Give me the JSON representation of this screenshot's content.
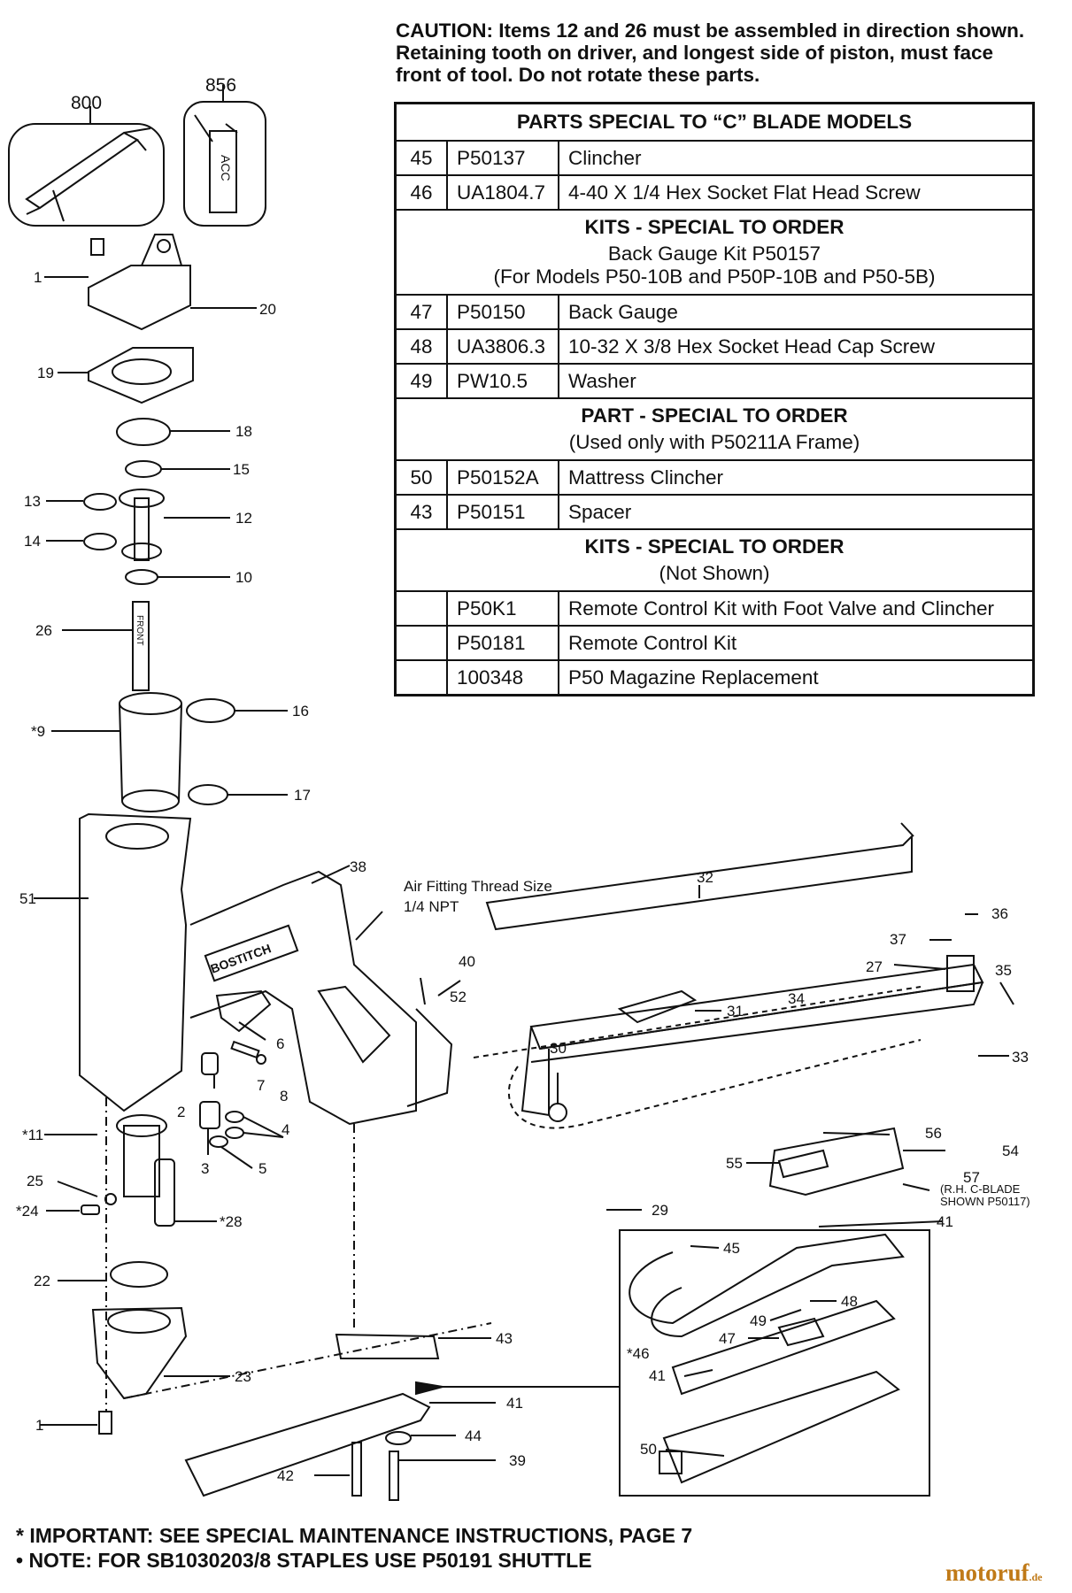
{
  "caution": "CAUTION: Items 12 and 26 must be assembled in direction shown. Retaining tooth on driver, and longest side of piston, must face front of tool. Do not rotate these parts.",
  "table": {
    "sections": [
      {
        "title": "PARTS SPECIAL TO “C” BLADE MODELS",
        "subtitle_lines": [],
        "rows": [
          {
            "item": "45",
            "part": "P50137",
            "desc": "Clincher"
          },
          {
            "item": "46",
            "part": "UA1804.7",
            "desc": "4-40 X 1/4 Hex Socket Flat Head Screw"
          }
        ]
      },
      {
        "title": "KITS - SPECIAL TO ORDER",
        "subtitle_lines": [
          "Back Gauge Kit P50157",
          "(For Models P50-10B and P50P-10B and P50-5B)"
        ],
        "rows": [
          {
            "item": "47",
            "part": "P50150",
            "desc": "Back Gauge"
          },
          {
            "item": "48",
            "part": "UA3806.3",
            "desc": "10-32 X 3/8 Hex Socket Head Cap Screw"
          },
          {
            "item": "49",
            "part": "PW10.5",
            "desc": "Washer"
          }
        ]
      },
      {
        "title": "PART - SPECIAL TO ORDER",
        "subtitle_lines": [
          "(Used only with P50211A Frame)"
        ],
        "rows": [
          {
            "item": "50",
            "part": "P50152A",
            "desc": "Mattress Clincher"
          },
          {
            "item": "43",
            "part": "P50151",
            "desc": "Spacer"
          }
        ]
      },
      {
        "title": "KITS - SPECIAL TO ORDER",
        "subtitle_lines": [
          "(Not Shown)"
        ],
        "rows": [
          {
            "item": "",
            "part": "P50K1",
            "desc": "Remote Control Kit with Foot Valve and Clincher"
          },
          {
            "item": "",
            "part": "P50181",
            "desc": "Remote Control Kit"
          },
          {
            "item": "",
            "part": "100348",
            "desc": "P50 Magazine Replacement"
          }
        ]
      }
    ]
  },
  "callouts": {
    "c800": "800",
    "c856": "856",
    "c1a": "1",
    "c20": "20",
    "c19": "19",
    "c18": "18",
    "c15": "15",
    "c13": "13",
    "c12": "12",
    "c14": "14",
    "c10": "10",
    "c26": "26",
    "c16": "16",
    "c9": "*9",
    "c17": "17",
    "c51": "51",
    "c38": "38",
    "c32": "32",
    "c36": "36",
    "c37": "37",
    "c27": "27",
    "c35": "35",
    "c40": "40",
    "c52": "52",
    "c31": "31",
    "c34": "34",
    "c33": "33",
    "c30": "30",
    "c6": "6",
    "c7": "7",
    "c8": "8",
    "c2": "2",
    "c4": "4",
    "c3": "3",
    "c5": "5",
    "c11": "*11",
    "c25": "25",
    "c24": "*24",
    "c28": "*28",
    "c56": "56",
    "c54": "54",
    "c55": "55",
    "c57": "57",
    "c29": "29",
    "c41a": "41",
    "c45": "45",
    "c48": "48",
    "c49": "49",
    "c47": "47",
    "c46": "*46",
    "c41b": "41",
    "c50": "50",
    "c22": "22",
    "c43": "43",
    "c23": "23",
    "c41c": "41",
    "c44": "44",
    "c1b": "1",
    "c42": "42",
    "c39": "39"
  },
  "notes": {
    "air_fitting_1": "Air Fitting Thread Size",
    "air_fitting_2": "1/4 NPT",
    "rh_1": "(R.H. C-BLADE",
    "rh_2": "SHOWN P50117)",
    "label_acc": "ACC",
    "brand": "BOSTITCH",
    "driver_mark": "FRONT"
  },
  "footnotes": {
    "important": "* IMPORTANT: SEE SPECIAL MAINTENANCE INSTRUCTIONS, PAGE 7",
    "note": "• NOTE: FOR SB1030203/8 STAPLES USE P50191 SHUTTLE"
  },
  "watermark": {
    "name": "motoruf",
    "tld": ".de"
  }
}
